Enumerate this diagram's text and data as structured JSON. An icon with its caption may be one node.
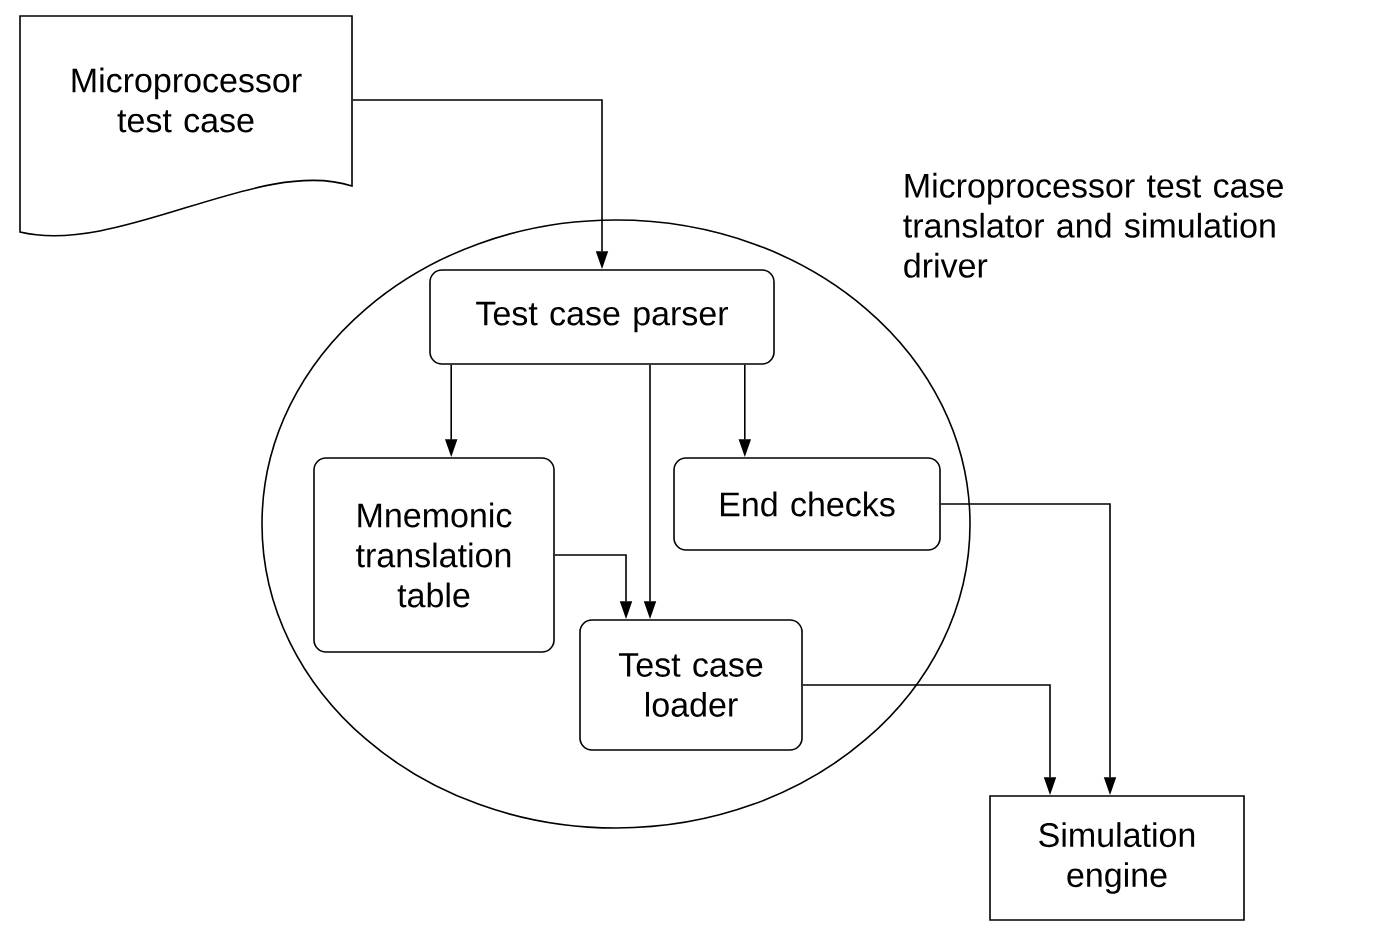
{
  "diagram": {
    "nodes": [
      {
        "text": [
          "Microprocessor test case"
        ]
      },
      {
        "text": [
          "Microprocessor test case translator and simulation driver"
        ]
      },
      {
        "text": [
          "Test case parser"
        ],
        "in": 1
      },
      {
        "text": [
          "Mnemonic translation table"
        ],
        "in": 1
      },
      {
        "text": [
          "End checks"
        ],
        "in": 1
      },
      {
        "text": [
          "Test case loader"
        ],
        "in": 1
      },
      {
        "text": [
          "Simulation engine"
        ]
      }
    ],
    "edges": [
      {
        "from": 0,
        "to": 2,
        "arrow": "to"
      },
      {
        "from": 2,
        "to": 3,
        "arrow": "to"
      },
      {
        "from": 2,
        "to": 5,
        "arrow": "to"
      },
      {
        "from": 2,
        "to": 4,
        "arrow": "to"
      },
      {
        "from": 3,
        "to": 5,
        "arrow": "to"
      },
      {
        "from": 4,
        "to": 6,
        "arrow": "to"
      },
      {
        "from": 5,
        "to": 6,
        "arrow": "to"
      }
    ]
  }
}
